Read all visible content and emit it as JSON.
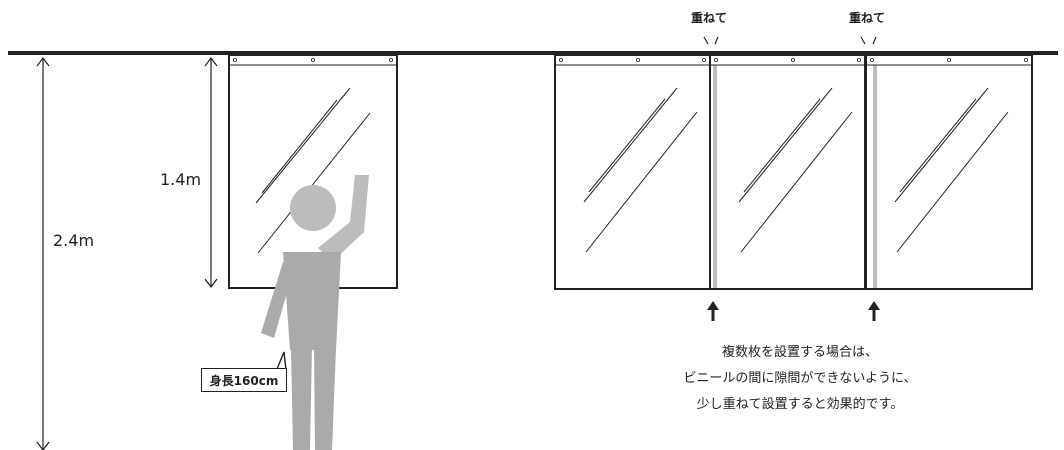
{
  "labels": {
    "total_height": "2.4m",
    "curtain_height": "1.4m",
    "overlap_left": "重ねて",
    "overlap_right": "重ねて",
    "person_height": "身長160cm"
  },
  "note": {
    "lines": [
      "複数枚を設置する場合は、",
      "ビニールの間に隙間ができないように、",
      "少し重ねて設置すると効果的です。"
    ]
  },
  "colors": {
    "line": "#222222",
    "person": "#b5b5b5",
    "overlap_strip": "#bdbdbd"
  }
}
